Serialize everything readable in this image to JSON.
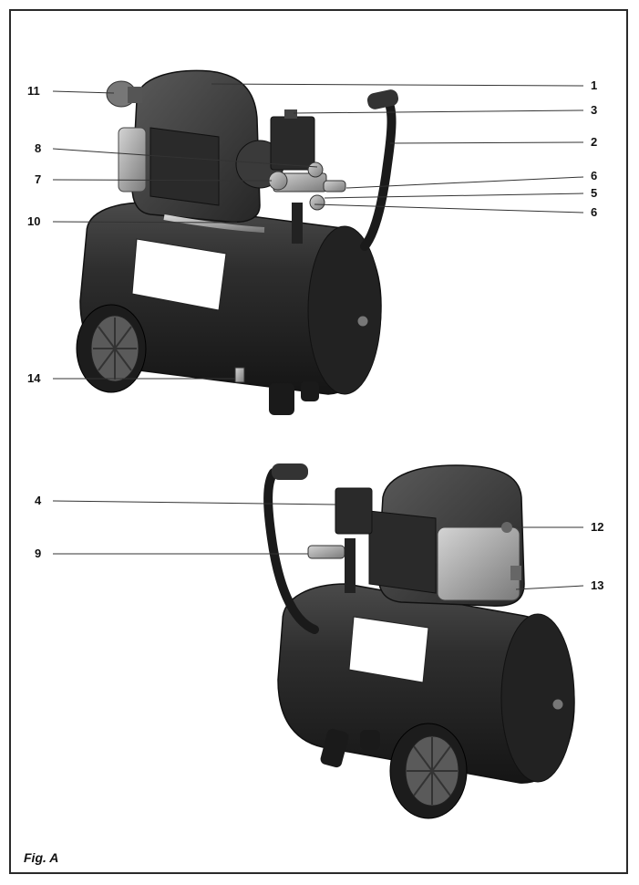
{
  "figure": {
    "label": "Fig. A"
  },
  "callouts": {
    "n1": "1",
    "n2": "2",
    "n3": "3",
    "n4": "4",
    "n5": "5",
    "n6a": "6",
    "n6b": "6",
    "n7": "7",
    "n8": "8",
    "n9": "9",
    "n10": "10",
    "n11": "11",
    "n12": "12",
    "n13": "13",
    "n14": "14"
  },
  "colors": {
    "tank": "#2b2b2b",
    "motor": "#3a3a3a",
    "metal": "#9a9a9a",
    "wheel": "#555555",
    "line": "#333333"
  }
}
